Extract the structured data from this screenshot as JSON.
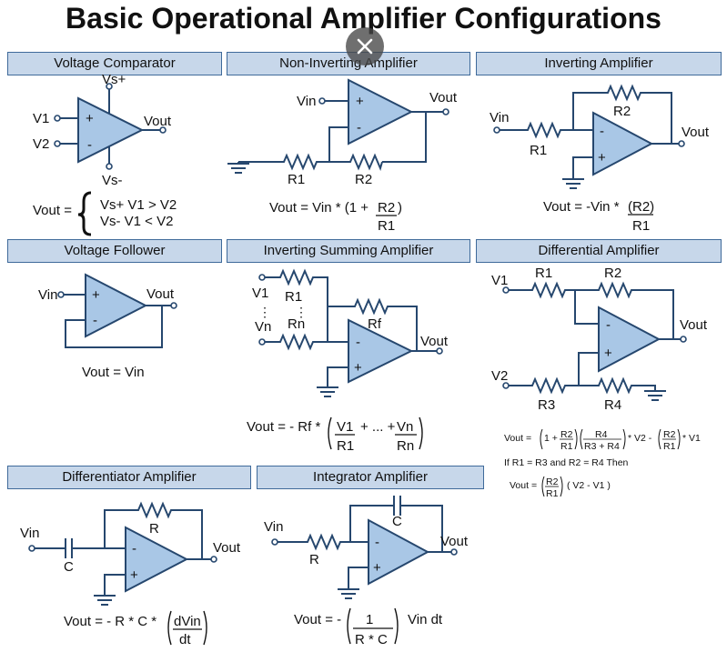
{
  "title": "Basic Operational Amplifier Configurations",
  "close_icon": "close-icon",
  "colors": {
    "header_bg": "#c7d7ea",
    "header_border": "#3f6a9a",
    "amplifier_fill": "#a9c7e6",
    "wire": "#26476e"
  },
  "sections": {
    "comparator": {
      "header": "Voltage Comparator",
      "vsp": "Vs+",
      "vsm": "Vs-",
      "v1": "V1",
      "v2": "V2",
      "vout": "Vout",
      "f_lhs": "Vout =",
      "f_c1": "Vs+  V1 > V2",
      "f_c2": "Vs-   V1 < V2"
    },
    "noninverting": {
      "header": "Non-Inverting Amplifier",
      "vin": "Vin",
      "vout": "Vout",
      "r1": "R1",
      "r2": "R2",
      "f_pre": "Vout = Vin * (1 +",
      "f_num": "R2",
      "f_close": ")",
      "f_den": "R1"
    },
    "inverting": {
      "header": "Inverting Amplifier",
      "vin": "Vin",
      "vout": "Vout",
      "r1": "R1",
      "r2": "R2",
      "f_pre": "Vout = -Vin *",
      "f_num": "(R2)",
      "f_den": "R1"
    },
    "follower": {
      "header": "Voltage Follower",
      "vin": "Vin",
      "vout": "Vout",
      "f": "Vout = Vin"
    },
    "summing": {
      "header": "Inverting Summing Amplifier",
      "v1": "V1",
      "vn": "Vn",
      "dots": "⋮",
      "r1": "R1",
      "rn": "Rn",
      "rf": "Rf",
      "vout": "Vout",
      "f_pre": "Vout = - Rf *",
      "f_n1": "V1",
      "f_mid": "+ ... +",
      "f_n2": "Vn",
      "f_d1": "R1",
      "f_d2": "Rn"
    },
    "differential": {
      "header": "Differential Amplifier",
      "v1": "V1",
      "v2": "V2",
      "r1": "R1",
      "r2": "R2",
      "r3": "R3",
      "r4": "R4",
      "vout": "Vout",
      "f1_lhs": "Vout =",
      "f1_open": "1 +",
      "f1_n1": "R2",
      "f1_d1": "R1",
      "f1_n2": "R4",
      "f1_d2": "R3 + R4",
      "f1_mid": "* V2 -",
      "f1_n3": "R2",
      "f1_d3": "R1",
      "f1_end": "* V1",
      "cond": "If R1 = R3 and R2 = R4 Then",
      "f2_lhs": "Vout =",
      "f2_n": "R2",
      "f2_d": "R1",
      "f2_end": "( V2 - V1 )"
    },
    "differentiator": {
      "header": "Differentiator Amplifier",
      "vin": "Vin",
      "c": "C",
      "r": "R",
      "vout": "Vout",
      "f_pre": "Vout = - R * C *",
      "f_num": "dVin",
      "f_den": "dt"
    },
    "integrator": {
      "header": "Integrator Amplifier",
      "vin": "Vin",
      "r": "R",
      "c": "C",
      "vout": "Vout",
      "f_pre": "Vout = -",
      "f_num": "1",
      "f_den": "R * C",
      "f_end": "Vin dt"
    }
  }
}
